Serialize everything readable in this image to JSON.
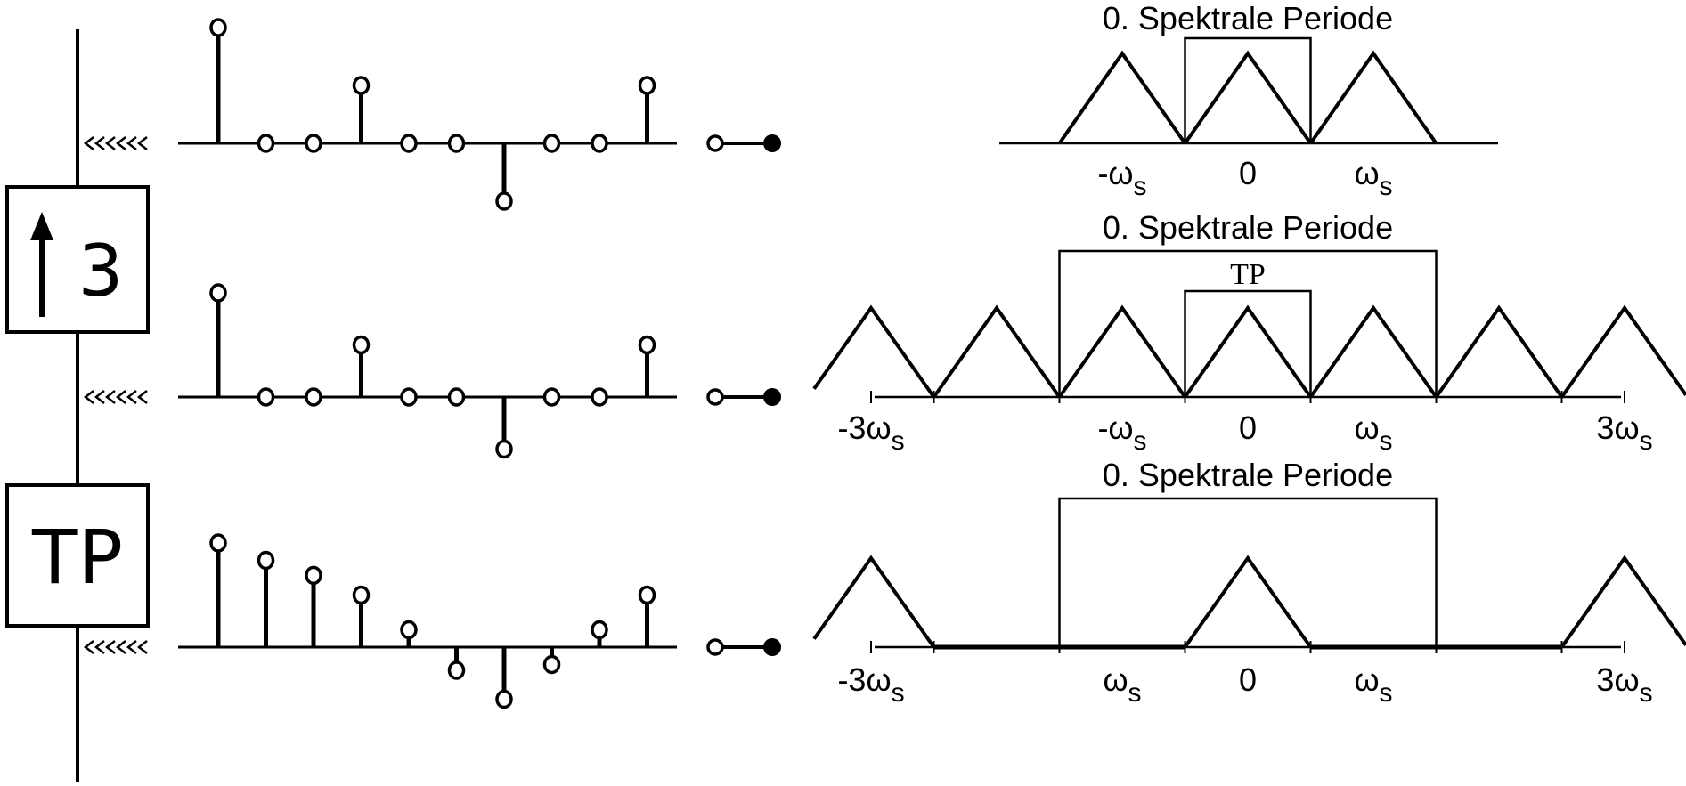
{
  "blocks": {
    "upsampler": {
      "factor": "3"
    },
    "lowpass": {
      "label": "TP"
    }
  },
  "rows": [
    {
      "id": "original",
      "samples": [
        1.0,
        0,
        0,
        0.5,
        0,
        0,
        -0.5,
        0,
        0,
        0.5
      ]
    },
    {
      "id": "upsampled",
      "samples": [
        0.9,
        0,
        0,
        0.45,
        0,
        0,
        -0.45,
        0,
        0,
        0.45
      ]
    },
    {
      "id": "filtered",
      "samples": [
        0.9,
        0.75,
        0.62,
        0.45,
        0.15,
        -0.2,
        -0.45,
        -0.15,
        0.15,
        0.45
      ]
    }
  ],
  "spectra": [
    {
      "id": "spectrum-original",
      "period_label": "0. Spektrale Periode",
      "inner_label": "",
      "peaks": [
        -1,
        0,
        1
      ],
      "tick_labels": [
        {
          "at": -1,
          "text": "-ω",
          "sub": "s"
        },
        {
          "at": 0,
          "text": "0",
          "sub": ""
        },
        {
          "at": 1,
          "text": "ω",
          "sub": "s"
        }
      ]
    },
    {
      "id": "spectrum-upsampled",
      "period_label": "0. Spektrale Periode",
      "inner_label": "TP",
      "peaks": [
        -3,
        -2,
        -1,
        0,
        1,
        2,
        3
      ],
      "tick_labels": [
        {
          "at": -3,
          "text": "-3ω",
          "sub": "s"
        },
        {
          "at": -1,
          "text": "-ω",
          "sub": "s"
        },
        {
          "at": 0,
          "text": "0",
          "sub": ""
        },
        {
          "at": 1,
          "text": "ω",
          "sub": "s"
        },
        {
          "at": 3,
          "text": "3ω",
          "sub": "s"
        }
      ]
    },
    {
      "id": "spectrum-filtered",
      "period_label": "0. Spektrale Periode",
      "inner_label": "",
      "peaks": [
        -3,
        0,
        3
      ],
      "tick_labels": [
        {
          "at": -3,
          "text": "-3ω",
          "sub": "s"
        },
        {
          "at": -1,
          "text": "ω",
          "sub": "s"
        },
        {
          "at": 0,
          "text": "0",
          "sub": ""
        },
        {
          "at": 1,
          "text": "ω",
          "sub": "s"
        },
        {
          "at": 3,
          "text": "3ω",
          "sub": "s"
        }
      ]
    }
  ]
}
